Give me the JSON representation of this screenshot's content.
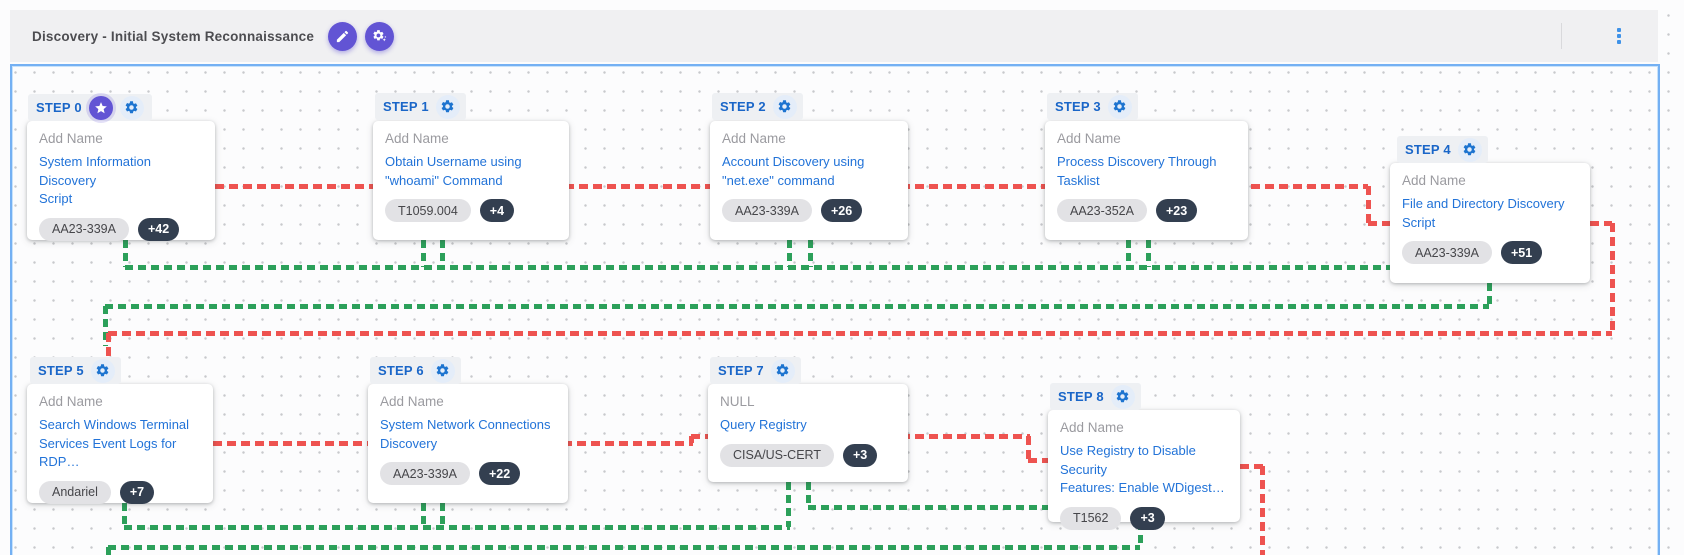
{
  "toolbar": {
    "title": "Discovery - Initial System Reconnaissance",
    "edit_button_icon": "pencil-icon",
    "settings_button_icon": "gear-sparkle-icon",
    "menu_icon": "kebab-menu-icon"
  },
  "colors": {
    "connector_success": "#2ca05a",
    "connector_fail": "#ee5350",
    "accent_purple": "#6254d4",
    "step_label_blue": "#1a66c8",
    "link_blue": "#2273d8",
    "selection_blue": "#74b0f3"
  },
  "steps": [
    {
      "label": "STEP 0",
      "starred": true,
      "name": "Add Name",
      "title_lines": [
        "System Information Discovery",
        "Script"
      ],
      "source_badge": "AA23-339A",
      "count_badge": "+42"
    },
    {
      "label": "STEP 1",
      "starred": false,
      "name": "Add Name",
      "title_lines": [
        "Obtain Username using",
        "\"whoami\" Command"
      ],
      "source_badge": "T1059.004",
      "count_badge": "+4"
    },
    {
      "label": "STEP 2",
      "starred": false,
      "name": "Add Name",
      "title_lines": [
        "Account Discovery using",
        "\"net.exe\" command"
      ],
      "source_badge": "AA23-339A",
      "count_badge": "+26"
    },
    {
      "label": "STEP 3",
      "starred": false,
      "name": "Add Name",
      "title_lines": [
        "Process Discovery Through",
        "Tasklist"
      ],
      "source_badge": "AA23-352A",
      "count_badge": "+23"
    },
    {
      "label": "STEP 4",
      "starred": false,
      "name": "Add Name",
      "title_lines": [
        "File and Directory Discovery",
        "Script"
      ],
      "source_badge": "AA23-339A",
      "count_badge": "+51"
    },
    {
      "label": "STEP 5",
      "starred": false,
      "name": "Add Name",
      "title_lines": [
        "Search Windows Terminal",
        "Services Event Logs for RDP…"
      ],
      "source_badge": "Andariel",
      "count_badge": "+7"
    },
    {
      "label": "STEP 6",
      "starred": false,
      "name": "Add Name",
      "title_lines": [
        "System Network Connections",
        "Discovery"
      ],
      "source_badge": "AA23-339A",
      "count_badge": "+22"
    },
    {
      "label": "STEP 7",
      "starred": false,
      "name": "NULL",
      "title_lines": [
        "Query Registry"
      ],
      "source_badge": "CISA/US-CERT",
      "count_badge": "+3"
    },
    {
      "label": "STEP 8",
      "starred": false,
      "name": "Add Name",
      "title_lines": [
        "Use Registry to Disable Security",
        "Features: Enable WDigest…"
      ],
      "source_badge": "T1562",
      "count_badge": "+3"
    }
  ]
}
